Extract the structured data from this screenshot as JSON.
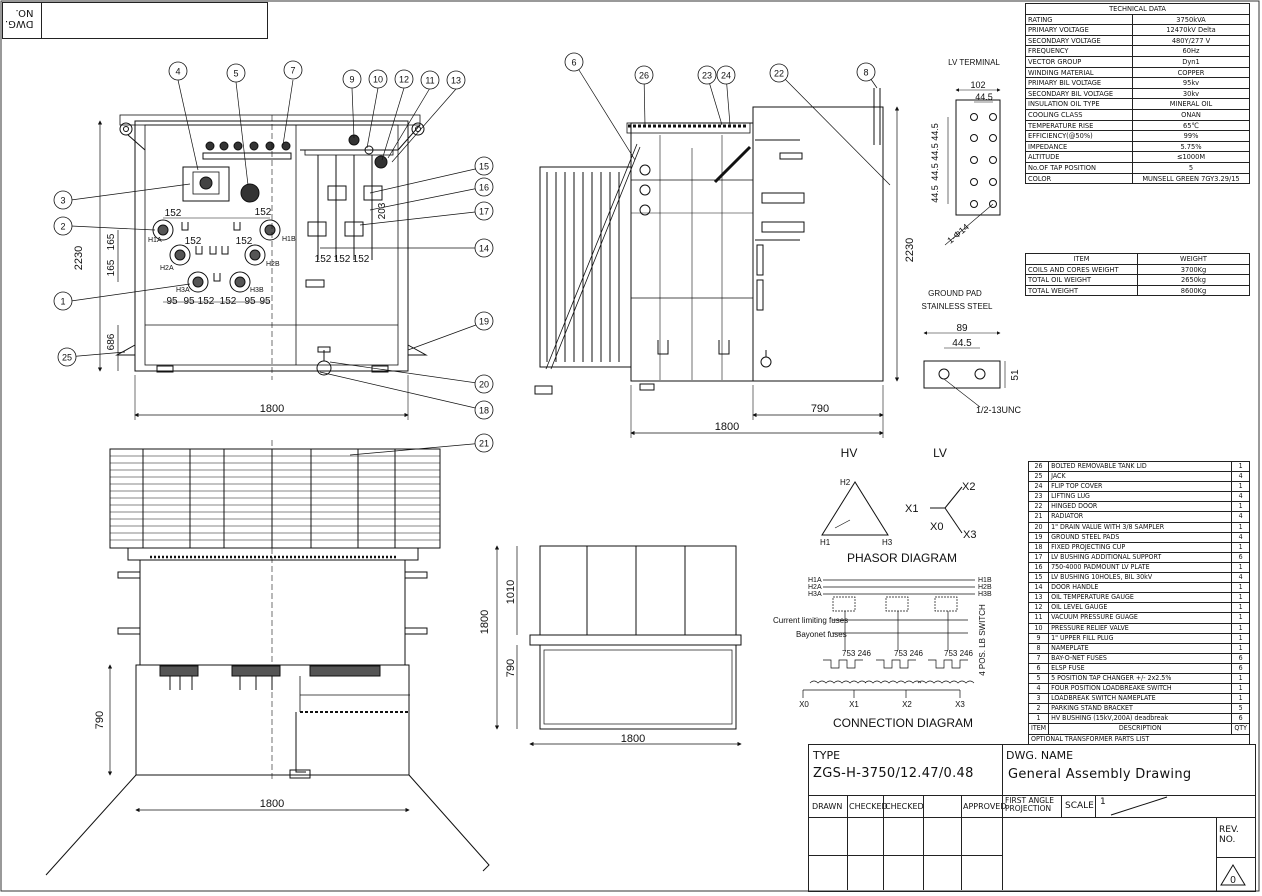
{
  "title_corner": {
    "no": "NO.",
    "dwg": "DWG."
  },
  "technical": {
    "title": "TECHNICAL DATA",
    "rows": [
      [
        "RATING",
        "3750kVA"
      ],
      [
        "PRIMARY VOLTAGE",
        "12470kV Delta"
      ],
      [
        "SECONDARY VOLTAGE",
        "480Y/277 V"
      ],
      [
        "FREQUENCY",
        "60Hz"
      ],
      [
        "VECTOR GROUP",
        "Dyn1"
      ],
      [
        "WINDING MATERIAL",
        "COPPER"
      ],
      [
        "PRIMARY BIL VOLTAGE",
        "95kv"
      ],
      [
        "SECONDARY BIL VOLTAGE",
        "30kv"
      ],
      [
        "INSULATION OIL TYPE",
        "MINERAL OIL"
      ],
      [
        "COOLING CLASS",
        "ONAN"
      ],
      [
        "TEMPERATURE RISE",
        "65℃"
      ],
      [
        "EFFICIENCY(@50%)",
        "99%"
      ],
      [
        "IMPEDANCE",
        "5.75%"
      ],
      [
        "ALTITUDE",
        "≤1000M"
      ],
      [
        "No.OF TAP POSITION",
        "5"
      ],
      [
        "COLOR",
        "MUNSELL GREEN 7GY3.29/15"
      ]
    ]
  },
  "weights": {
    "header": [
      "ITEM",
      "WEIGHT"
    ],
    "rows": [
      [
        "COILS AND CORES WEIGHT",
        "3700Kg"
      ],
      [
        "TOTAL OIL WEIGHT",
        "2650kg"
      ],
      [
        "TOTAL WEIGHT",
        "8600Kg"
      ]
    ]
  },
  "parts": {
    "rows": [
      [
        "26",
        "BOLTED REMOVABLE TANK LID",
        "1"
      ],
      [
        "25",
        "JACK",
        "4"
      ],
      [
        "24",
        "FLIP TOP COVER",
        "1"
      ],
      [
        "23",
        "LIFTING LUG",
        "4"
      ],
      [
        "22",
        "HINGED DOOR",
        "1"
      ],
      [
        "21",
        "RADIATOR",
        "4"
      ],
      [
        "20",
        "1\" DRAIN VALUE WITH 3/8 SAMPLER",
        "1"
      ],
      [
        "19",
        "GROUND STEEL PADS",
        "4"
      ],
      [
        "18",
        "FIXED PROJECTING CUP",
        "1"
      ],
      [
        "17",
        "LV BUSHING ADDITIONAL SUPPORT",
        "6"
      ],
      [
        "16",
        "750-4000 PADMOUNT LV PLATE",
        "1"
      ],
      [
        "15",
        "LV BUSHING 10HOLES, BIL 30kV",
        "4"
      ],
      [
        "14",
        "DOOR HANDLE",
        "1"
      ],
      [
        "13",
        "OIL TEMPERATURE GAUGE",
        "1"
      ],
      [
        "12",
        "OIL LEVEL GAUGE",
        "1"
      ],
      [
        "11",
        "VACUUM PRESSURE GUAGE",
        "1"
      ],
      [
        "10",
        "PRESSURE RELIEF VALVE",
        "1"
      ],
      [
        "9",
        "1\" UPPER FILL PLUG",
        "1"
      ],
      [
        "8",
        "NAMEPLATE",
        "1"
      ],
      [
        "7",
        "BAY-O-NET FUSES",
        "6"
      ],
      [
        "6",
        "ELSP FUSE",
        "6"
      ],
      [
        "5",
        "5 POSITION TAP CHANGER +/- 2x2.5%",
        "1"
      ],
      [
        "4",
        "FOUR POSITION LOADBREAKE SWITCH",
        "1"
      ],
      [
        "3",
        "LOADBREAK SWITCH NAMEPLATE",
        "1"
      ],
      [
        "2",
        "PARKING STAND BRACKET",
        "5"
      ],
      [
        "1",
        "HV BUSHING (15kV,200A) deadbreak",
        "6"
      ]
    ],
    "header": {
      "item": "ITEM",
      "description": "DESCRIPTION",
      "qty": "QTY"
    },
    "footer": "OPTIONAL TRANSFORMER PARTS LIST"
  },
  "title_block": {
    "type_label": "TYPE",
    "type_value": "ZGS-H-3750/12.47/0.48",
    "dwg_name_label": "DWG. NAME",
    "dwg_name_value": "General Assembly Drawing",
    "drawn": "DRAWN",
    "checked1": "CHECKED",
    "checked2": "CHECKED",
    "approved": "APPROVED",
    "projection": "FIRST ANGLE PROJECTION",
    "scale_label": "SCALE",
    "scale_value": "1",
    "rev": "REV. NO.",
    "rev_mark": "0"
  },
  "labels": {
    "lv_terminal": "LV TERMINAL",
    "ground_pad": "GROUND PAD",
    "stainless": "STAINLESS STEEL",
    "thread": "1/2-13UNC",
    "hole": "1-Φ14",
    "hv": "HV",
    "lv": "LV",
    "phasor": "PHASOR DIAGRAM",
    "connection": "CONNECTION DIAGRAM",
    "current_fuses": "Current limiting fuses",
    "bayonet_fuses": "Bayonet fuses",
    "pos_switch": "4 POS. LB SWITCH",
    "tap": "753 246",
    "h1": "H1",
    "h2": "H2",
    "h3": "H3",
    "x0": "X0",
    "x1": "X1",
    "x2": "X2",
    "x3": "X3",
    "h1a": "H1A",
    "h2a": "H2A",
    "h3a": "H3A",
    "h1b": "H1B",
    "h2b": "H2B",
    "h3b": "H3B"
  },
  "dims": {
    "d1800": "1800",
    "d2230": "2230",
    "d686": "686",
    "d165": "165",
    "d152": "152",
    "d95": "95",
    "d203": "203",
    "d790": "790",
    "d1010": "1010",
    "d102": "102",
    "d44_5": "44.5",
    "d89": "89",
    "d51": "51"
  },
  "callouts": [
    "1",
    "2",
    "3",
    "4",
    "5",
    "6",
    "7",
    "8",
    "9",
    "10",
    "11",
    "12",
    "13",
    "14",
    "15",
    "16",
    "17",
    "18",
    "19",
    "20",
    "21",
    "22",
    "23",
    "24",
    "25",
    "26"
  ]
}
